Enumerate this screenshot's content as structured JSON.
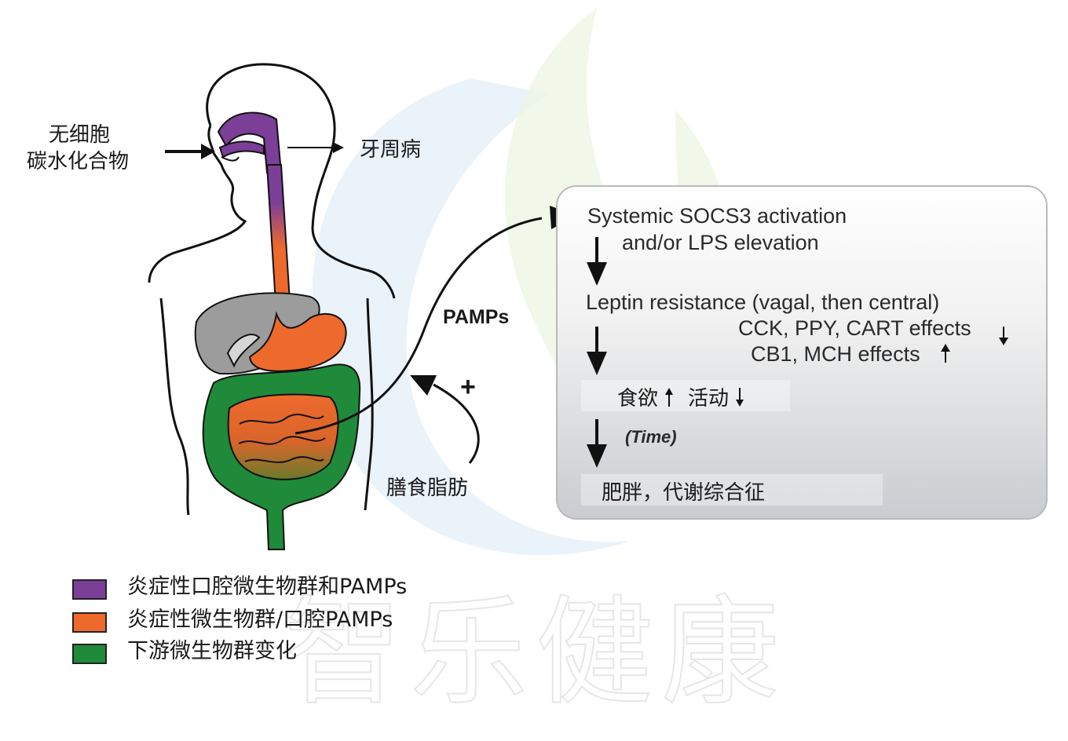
{
  "left_labels": {
    "input_line1": "无细胞",
    "input_line2": "碳水化合物",
    "output": "牙周病",
    "pamps": "PAMPs",
    "plus": "+",
    "diet": "膳食脂肪"
  },
  "flow": {
    "step1_line1": "Systemic SOCS3 activation",
    "step1_line2": "and/or LPS elevation",
    "step2": "Leptin resistance (vagal, then central)",
    "step2_effect1": "CCK, PPY, CART effects",
    "step2_effect2": "CB1, MCH effects",
    "step3_a": "食欲",
    "step3_b": "活动",
    "time_label": "(Time)",
    "step4": "肥胖，代谢综合征"
  },
  "legend": [
    {
      "color": "#7b3f98",
      "label": "炎症性口腔微生物群和PAMPs"
    },
    {
      "color": "#ee6a2c",
      "label": "炎症性微生物群/口腔PAMPs"
    },
    {
      "color": "#1f8a3a",
      "label": "下游微生物群变化"
    }
  ],
  "watermark": "智乐健康",
  "colors": {
    "purple": "#7b3f98",
    "orange": "#ee6a2c",
    "green": "#1f8a3a",
    "liver_gray": "#9c9c9c"
  }
}
